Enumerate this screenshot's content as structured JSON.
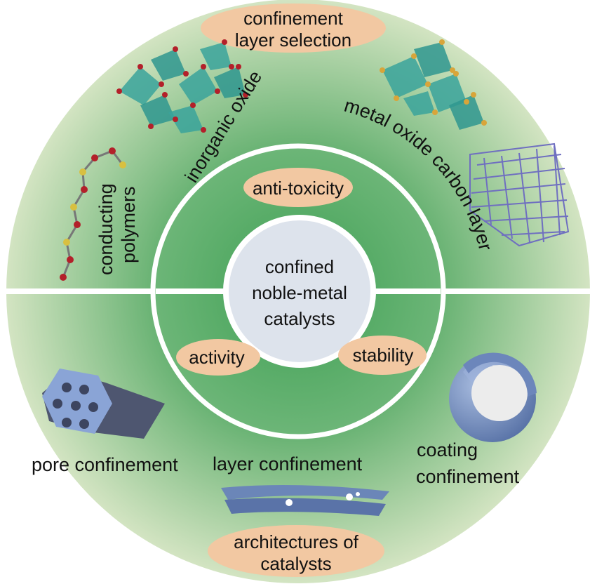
{
  "center": {
    "lines": [
      "confined",
      "noble-metal",
      "catalysts"
    ]
  },
  "inner_labels": {
    "top": "anti-toxicity",
    "left": "activity",
    "right": "stability"
  },
  "outer_top": {
    "title_lines": [
      "confinement",
      "layer selection"
    ],
    "items": {
      "inorganic_oxide": "inorganic oxide",
      "metal_oxide_carbon": "metal oxide carbon layer",
      "conducting_polymers": [
        "conducting",
        "polymers"
      ]
    }
  },
  "outer_bottom": {
    "title_lines": [
      "architectures of",
      "catalysts"
    ],
    "items": {
      "pore": "pore confinement",
      "layer": "layer confinement",
      "coating": [
        "coating",
        "confinement"
      ]
    }
  },
  "colors": {
    "ring_center": "#5fae6c",
    "ring_edge": "#cfe2bd",
    "inner": "#5cae6b",
    "core": "#dde3ec",
    "pill": "#f2c8a2"
  }
}
